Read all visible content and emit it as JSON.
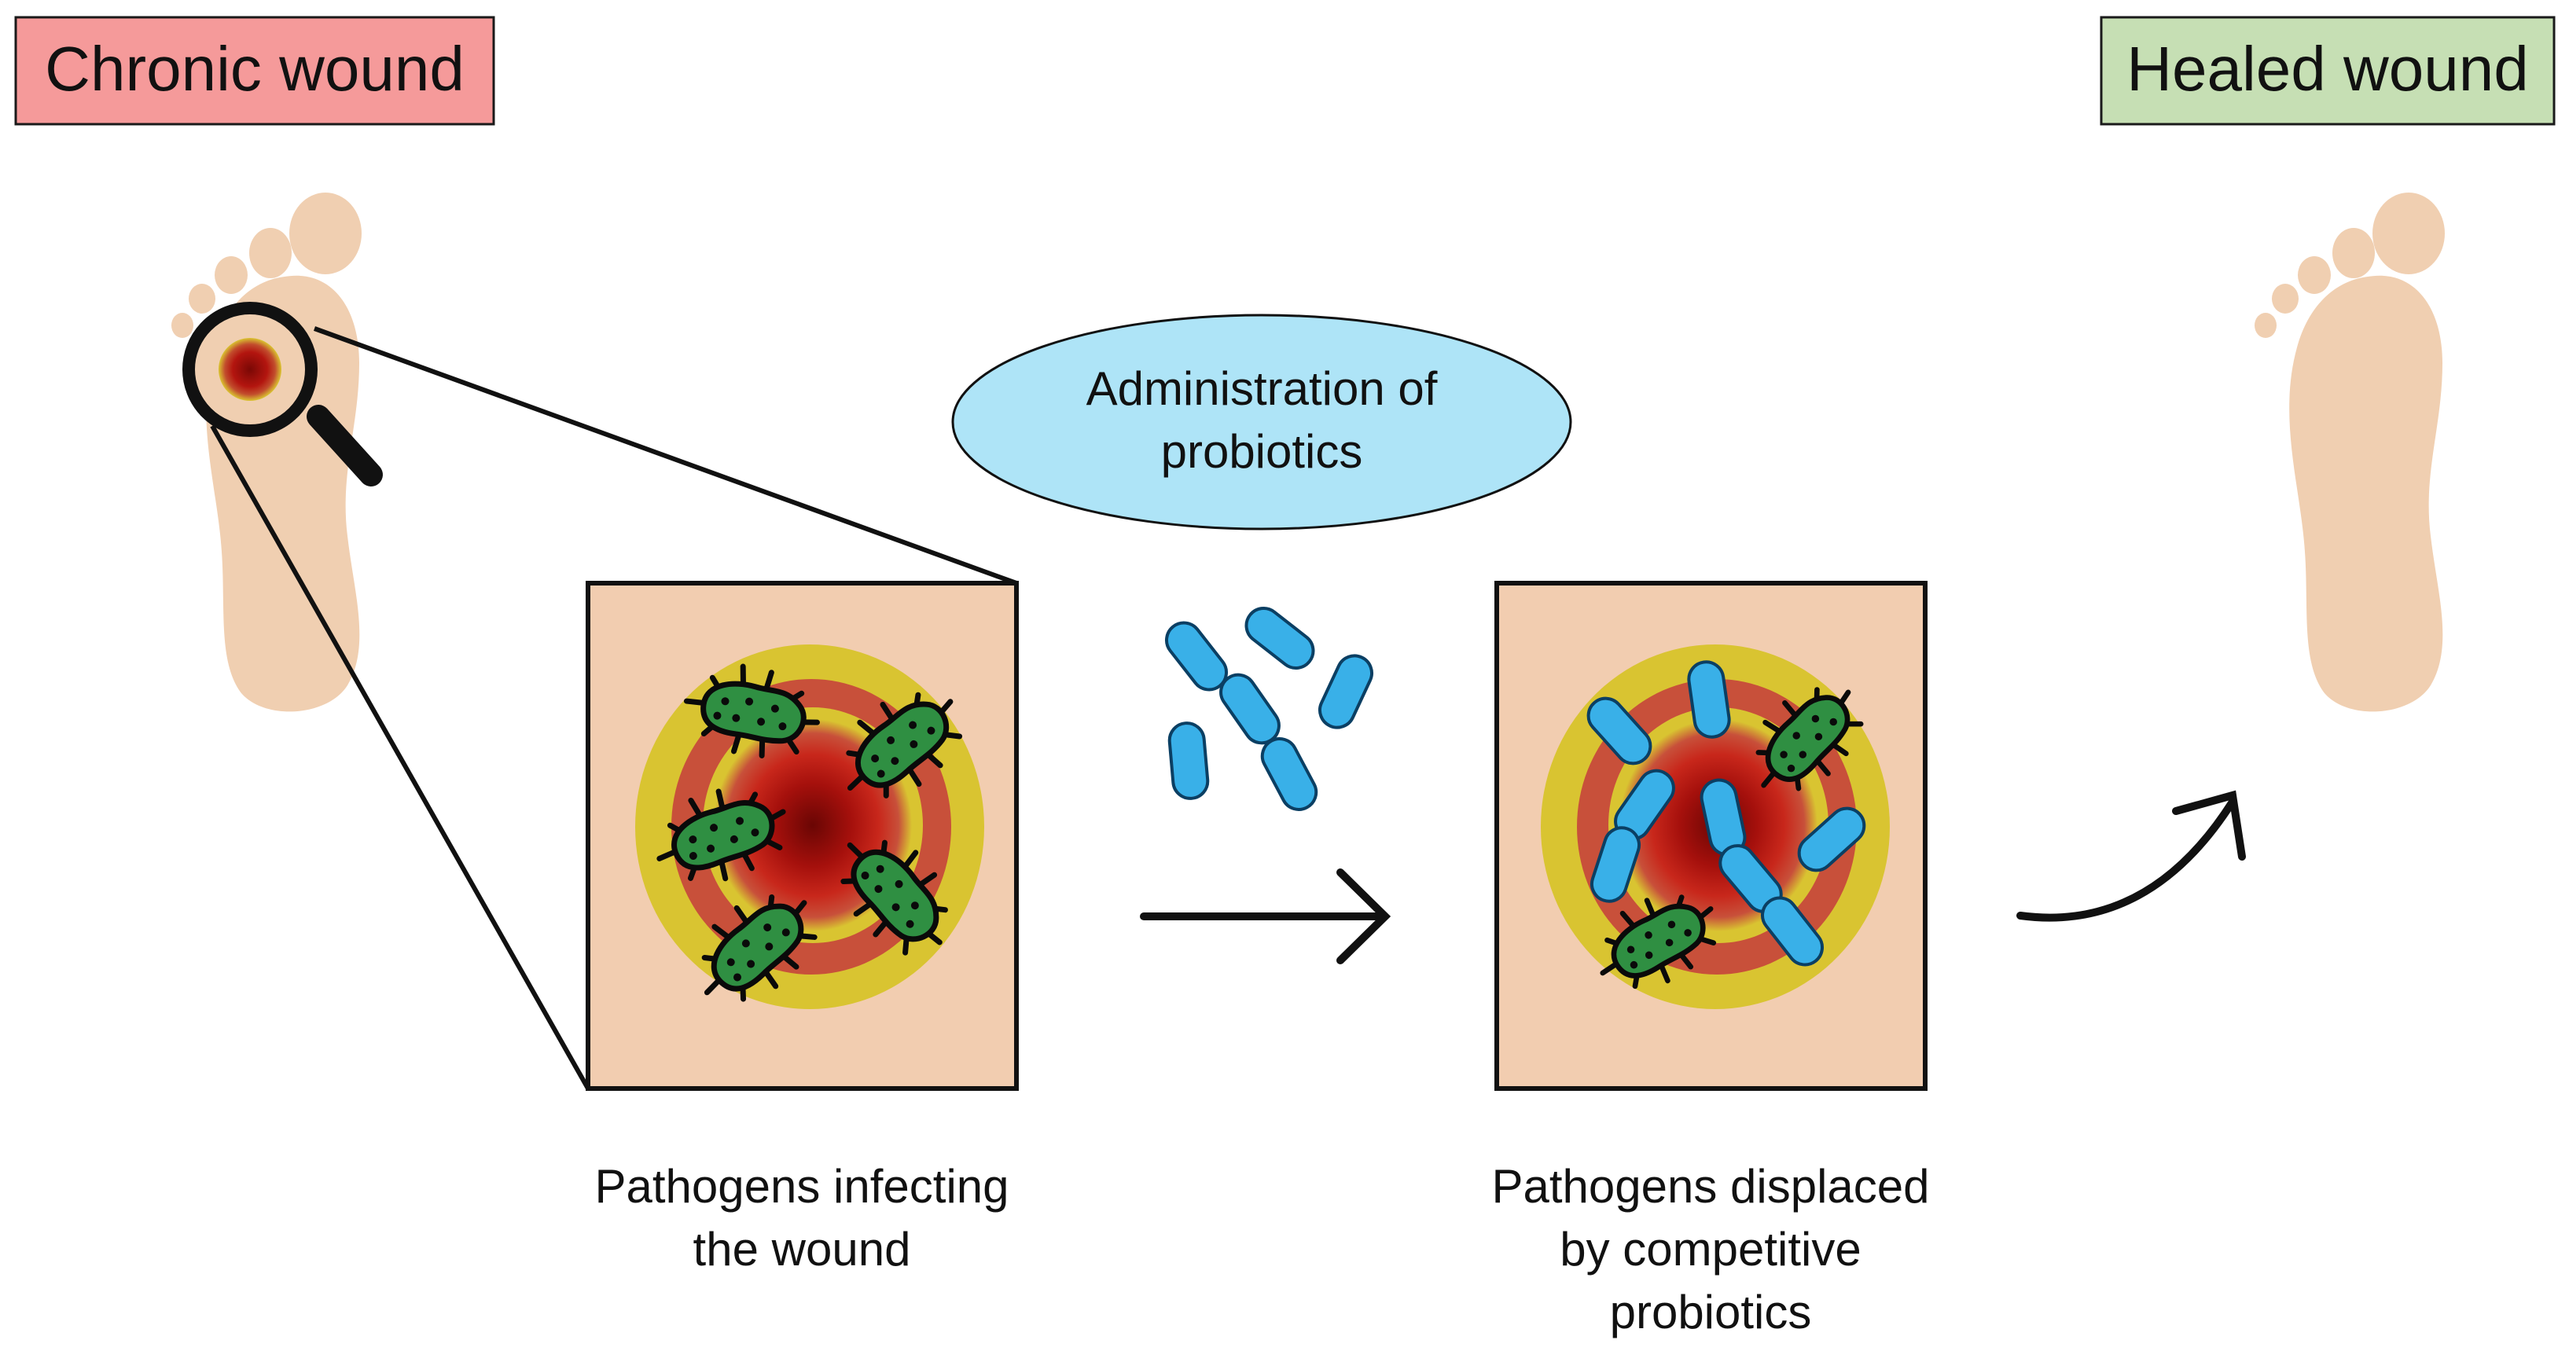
{
  "labels": {
    "chronic": "Chronic wound",
    "healed": "Healed wound",
    "administration_line1": "Administration of",
    "administration_line2": "probiotics",
    "left_caption_line1": "Pathogens infecting",
    "left_caption_line2": "the wound",
    "right_caption_line1": "Pathogens displaced",
    "right_caption_line2": "by competitive",
    "right_caption_line3": "probiotics"
  },
  "colors": {
    "chronic_box": "#f59a9a",
    "healed_box": "#c6dfb4",
    "foot": "#f0cfb1",
    "skin": "#f2cdb0",
    "wound_yellow": "#d9c431",
    "wound_red": "#a5100c",
    "pathogen": "#2f8f42",
    "probiotic": "#39b0e8",
    "ellipse": "#aee4f7"
  }
}
